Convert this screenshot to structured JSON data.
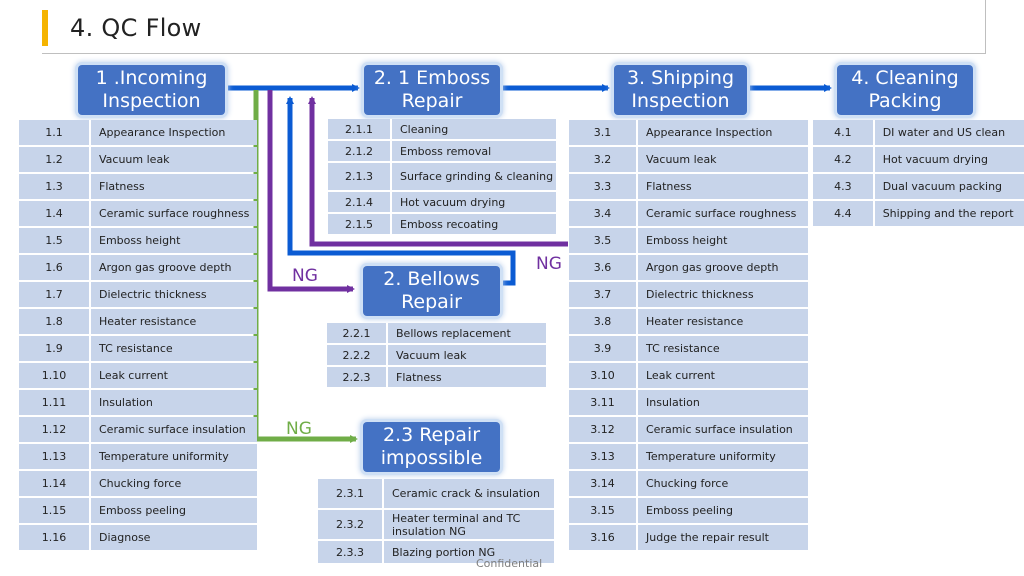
{
  "title": "4.  QC Flow",
  "footer": "Confidential",
  "ng_labels": {
    "bellows": "NG",
    "repair_impossible": "NG",
    "shipping": "NG"
  },
  "colors": {
    "box": "#4472c4",
    "table_cell": "#c7d4ea",
    "arrow_blue": "#0b5bd3",
    "arrow_purple": "#7030a0",
    "arrow_green": "#70ad47",
    "title_accent": "#f5b400"
  },
  "boxes": {
    "incoming": [
      "1 .Incoming",
      "Inspection"
    ],
    "emboss": [
      "2. 1 Emboss",
      "Repair"
    ],
    "shipping": [
      "3. Shipping",
      "Inspection"
    ],
    "cleaning": [
      "4. Cleaning",
      "Packing"
    ],
    "bellows": [
      "2. Bellows",
      "Repair"
    ],
    "impossible": [
      "2.3  Repair",
      "impossible"
    ]
  },
  "tables": {
    "incoming": [
      [
        "1.1",
        "Appearance Inspection"
      ],
      [
        "1.2",
        "Vacuum leak"
      ],
      [
        "1.3",
        "Flatness"
      ],
      [
        "1.4",
        "Ceramic surface roughness"
      ],
      [
        "1.5",
        "Emboss height"
      ],
      [
        "1.6",
        "Argon gas groove depth"
      ],
      [
        "1.7",
        "Dielectric thickness"
      ],
      [
        "1.8",
        "Heater resistance"
      ],
      [
        "1.9",
        "TC resistance"
      ],
      [
        "1.10",
        "Leak current"
      ],
      [
        "1.11",
        "Insulation"
      ],
      [
        "1.12",
        "Ceramic surface insulation"
      ],
      [
        "1.13",
        "Temperature uniformity"
      ],
      [
        "1.14",
        "Chucking force"
      ],
      [
        "1.15",
        "Emboss peeling"
      ],
      [
        "1.16",
        "Diagnose"
      ]
    ],
    "emboss": [
      [
        "2.1.1",
        "Cleaning"
      ],
      [
        "2.1.2",
        "Emboss removal"
      ],
      [
        "2.1.3",
        "Surface grinding & cleaning"
      ],
      [
        "2.1.4",
        "Hot vacuum drying"
      ],
      [
        "2.1.5",
        "Emboss recoating"
      ]
    ],
    "bellows": [
      [
        "2.2.1",
        "Bellows replacement"
      ],
      [
        "2.2.2",
        "Vacuum leak"
      ],
      [
        "2.2.3",
        "Flatness"
      ]
    ],
    "impossible": [
      [
        "2.3.1",
        "Ceramic crack & insulation"
      ],
      [
        "2.3.2",
        "Heater terminal and TC insulation NG"
      ],
      [
        "2.3.3",
        "Blazing portion NG"
      ]
    ],
    "shipping": [
      [
        "3.1",
        "Appearance Inspection"
      ],
      [
        "3.2",
        "Vacuum leak"
      ],
      [
        "3.3",
        "Flatness"
      ],
      [
        "3.4",
        "Ceramic surface roughness"
      ],
      [
        "3.5",
        "Emboss height"
      ],
      [
        "3.6",
        "Argon gas groove depth"
      ],
      [
        "3.7",
        "Dielectric thickness"
      ],
      [
        "3.8",
        "Heater resistance"
      ],
      [
        "3.9",
        "TC resistance"
      ],
      [
        "3.10",
        "Leak current"
      ],
      [
        "3.11",
        "Insulation"
      ],
      [
        "3.12",
        "Ceramic surface insulation"
      ],
      [
        "3.13",
        "Temperature uniformity"
      ],
      [
        "3.14",
        "Chucking force"
      ],
      [
        "3.15",
        "Emboss peeling"
      ],
      [
        "3.16",
        "Judge the repair result"
      ]
    ],
    "cleaning": [
      [
        "4.1",
        "DI water and US clean"
      ],
      [
        "4.2",
        "Hot vacuum drying"
      ],
      [
        "4.3",
        "Dual vacuum packing"
      ],
      [
        "4.4",
        "Shipping and the report"
      ]
    ]
  }
}
